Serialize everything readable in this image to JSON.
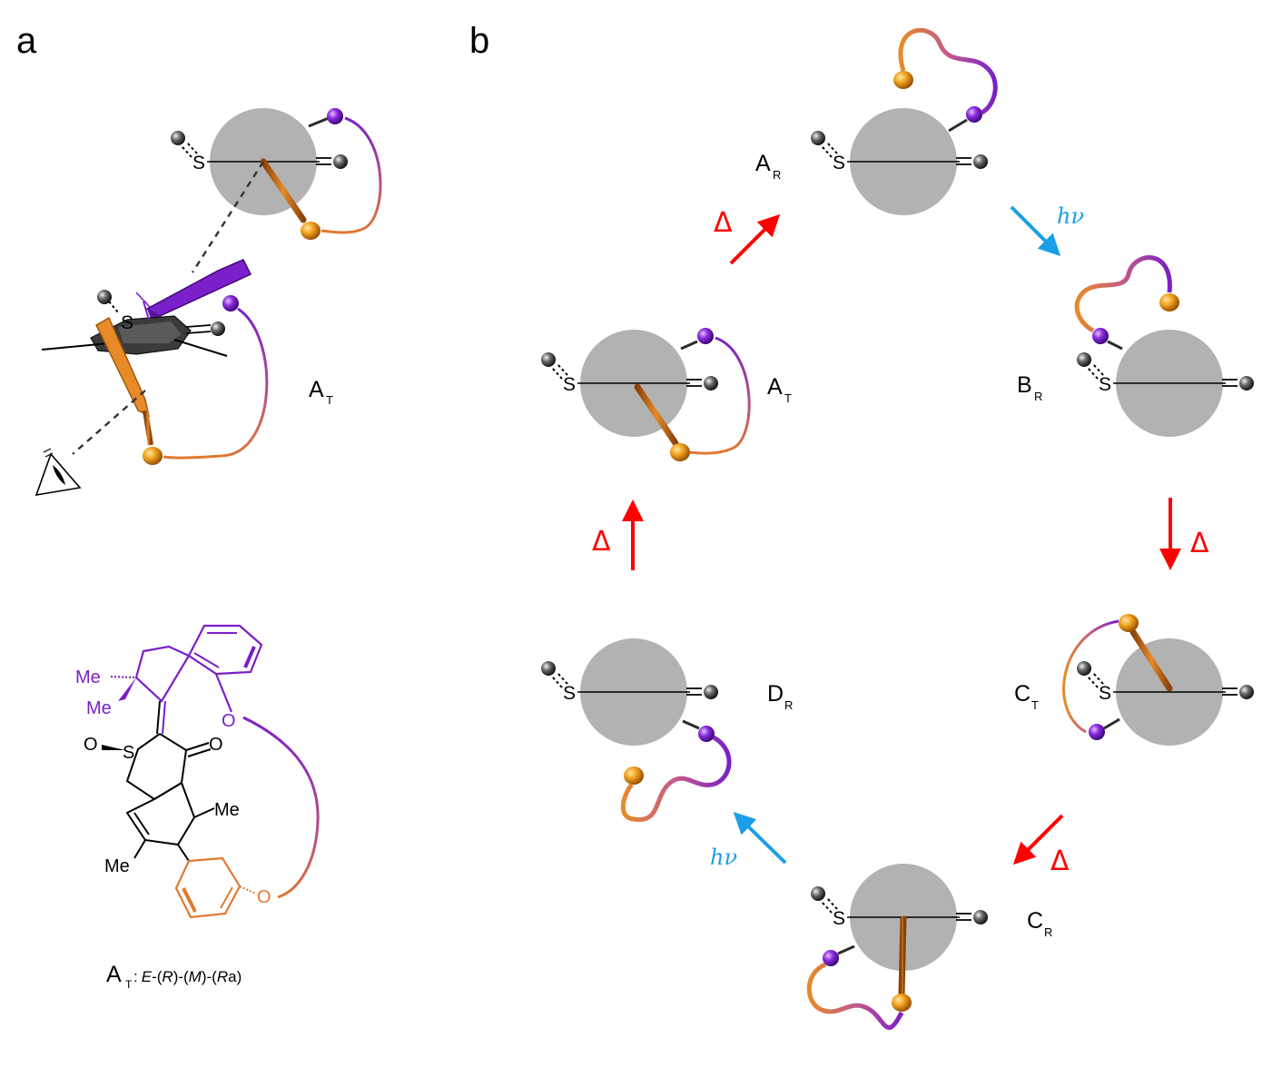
{
  "panels": {
    "a": "a",
    "b": "b"
  },
  "atoms": {
    "sulfur": "S"
  },
  "states": {
    "A_R": {
      "main": "A",
      "sub": "R"
    },
    "B_R": {
      "main": "B",
      "sub": "R"
    },
    "C_T": {
      "main": "C",
      "sub": "T"
    },
    "C_R": {
      "main": "C",
      "sub": "R"
    },
    "D_R": {
      "main": "D",
      "sub": "R"
    },
    "A_T": {
      "main": "A",
      "sub": "T"
    }
  },
  "arrows": {
    "thermal_symbol": "Δ",
    "photo_symbol_h": "h",
    "photo_symbol_nu": "ν"
  },
  "structure": {
    "me_top": "Me",
    "me_bottom": "Me",
    "ring_o": "O",
    "sulfoxide_o": "O",
    "sulfur": "S",
    "ketone_o": "O",
    "me_right": "Me",
    "me_left": "Me",
    "ether_o": "O"
  },
  "caption": {
    "main": "A",
    "sub": "T",
    "colon": ":",
    "e": "E",
    "dash1": "-(",
    "r": "R",
    "close_dash1": ")-(",
    "m": "M",
    "close_dash2": ")-(",
    "ra": "R",
    "a": "a",
    "close": ")"
  },
  "colors": {
    "disc": "#b2b2b2",
    "orange": "#e08a1e",
    "orange_rod": "#b85f12",
    "purple": "#7a1fc9",
    "thermal_arrow": "#ff0000",
    "photo_arrow": "#1b9ee8",
    "dark_ball": "#3a3a3a"
  }
}
